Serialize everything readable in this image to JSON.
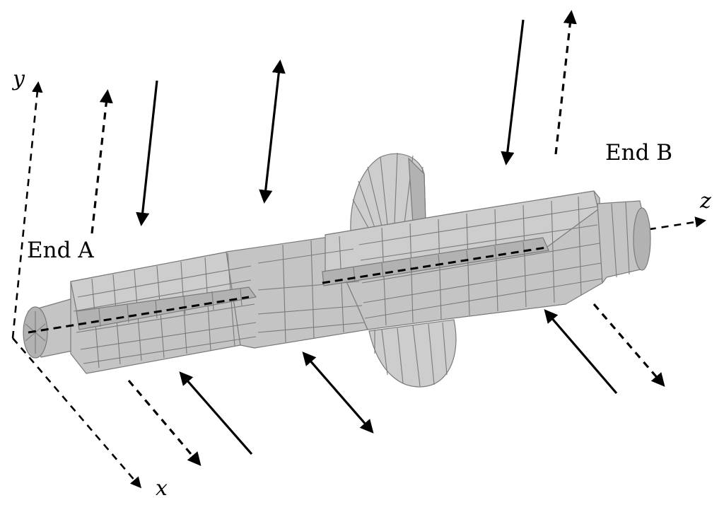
{
  "labels": {
    "end_a": "End A",
    "end_b": "End B",
    "axis_x": "x",
    "axis_y": "y",
    "axis_z": "z"
  },
  "colors": {
    "mesh_fill": "#c4c4c4",
    "mesh_edge": "#7a7a7a",
    "arrows": "#000000",
    "background": "#ffffff"
  }
}
